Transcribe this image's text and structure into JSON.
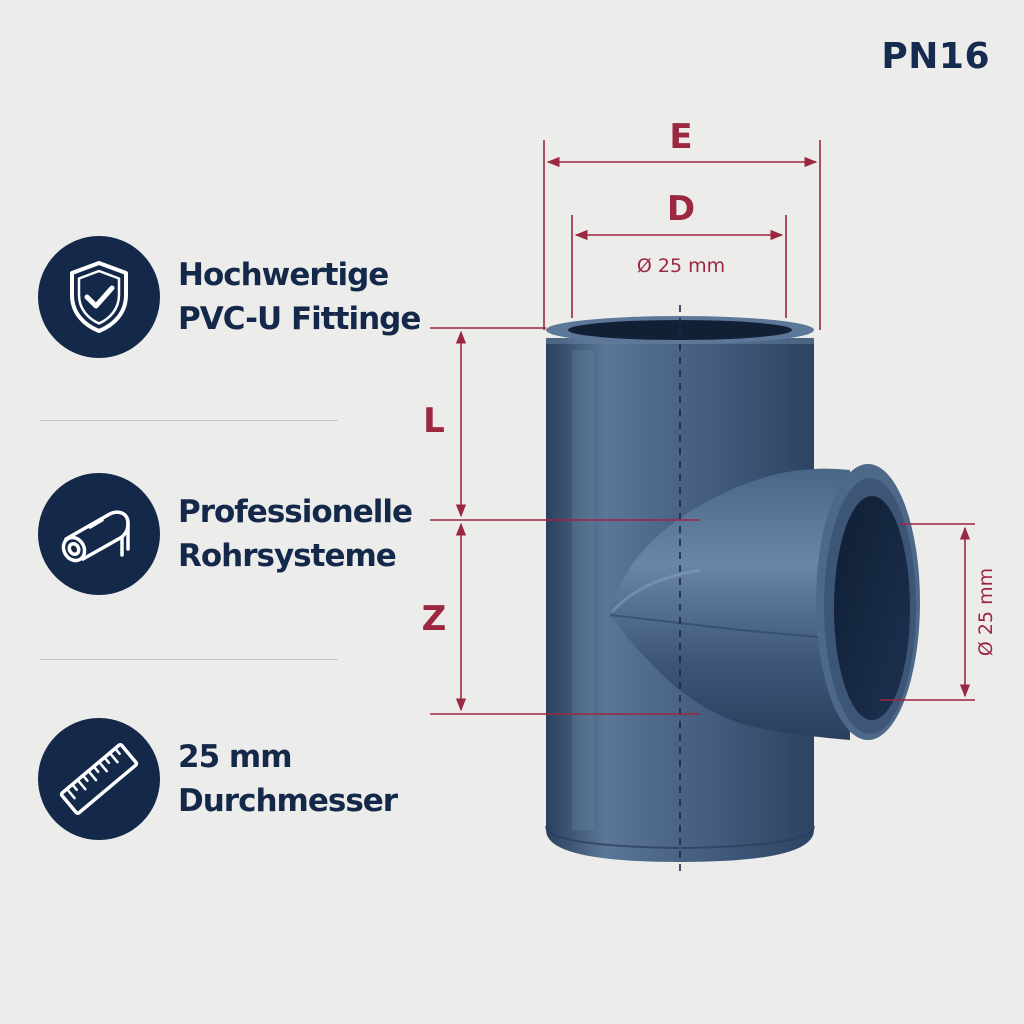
{
  "badge": "PN16",
  "features": [
    {
      "icon": "shield-check-icon",
      "line1": "Hochwertige",
      "line2": "PVC-U Fittinge"
    },
    {
      "icon": "pipe-icon",
      "line1": "Professionelle",
      "line2": "Rohrsysteme"
    },
    {
      "icon": "ruler-icon",
      "line1": "25 mm",
      "line2": "Durchmesser"
    }
  ],
  "dimensions": {
    "E": "E",
    "D": "D",
    "L": "L",
    "Z": "Z",
    "top_diameter": "Ø 25 mm",
    "side_diameter": "Ø 25 mm"
  },
  "colors": {
    "navy": "#14284a",
    "dimension": "#9b2740",
    "pipe": "#3f5878"
  }
}
